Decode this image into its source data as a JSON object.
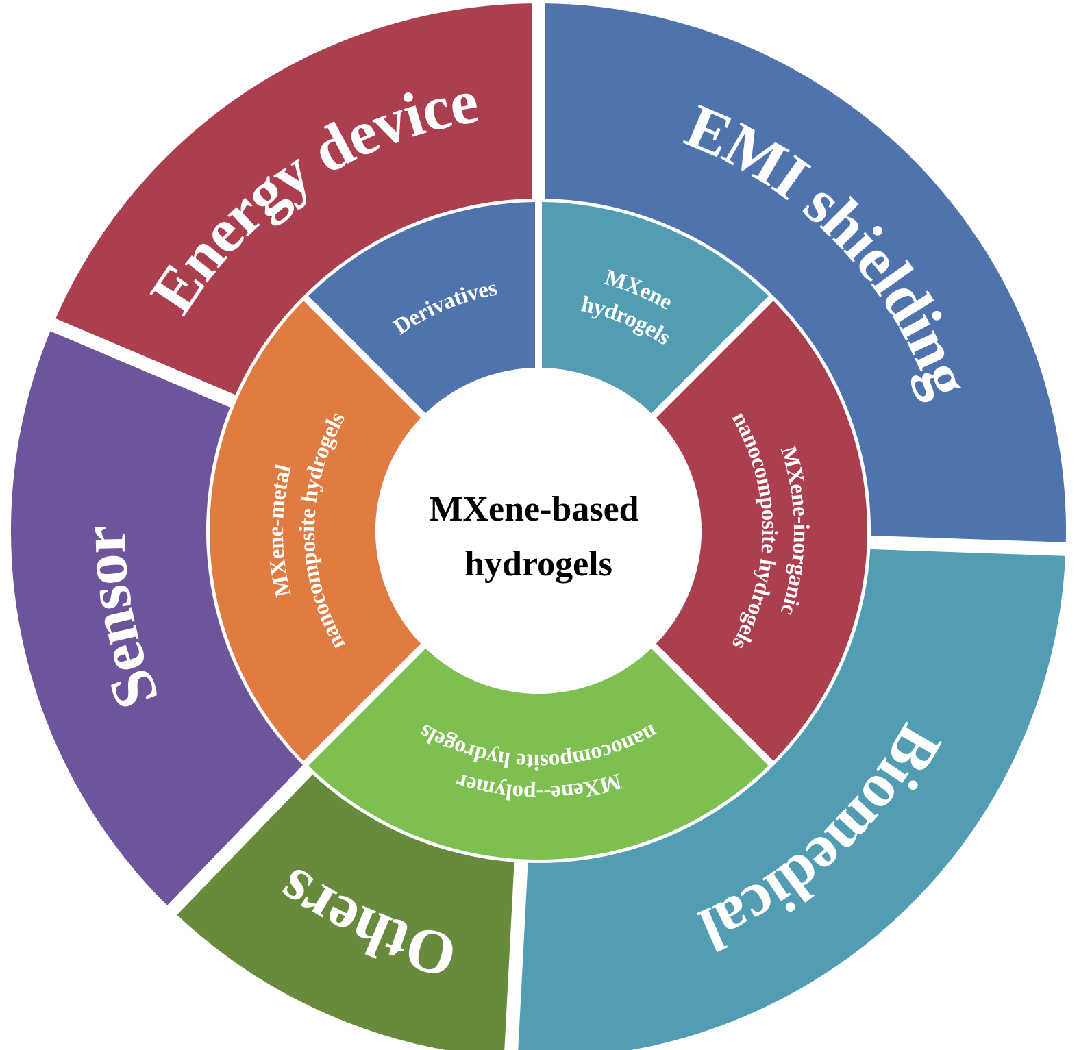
{
  "title": "MXene-based hydrogels",
  "center": {
    "lines": [
      "MXene-based",
      "hydrogels"
    ]
  },
  "outer_ring": [
    {
      "id": "energy",
      "label": "Energy device",
      "color": "#AB3F50"
    },
    {
      "id": "emi",
      "label": "EMI shielding",
      "color": "#4F73AD"
    },
    {
      "id": "biomedical",
      "label": "Biomedical",
      "color": "#529DB3"
    },
    {
      "id": "others",
      "label": "Others",
      "color": "#678A3C"
    },
    {
      "id": "sensor",
      "label": "Sensor",
      "color": "#6E559B"
    }
  ],
  "inner_ring": [
    {
      "id": "derivatives",
      "lines": [
        "Derivatives"
      ],
      "color": "#4F73AD"
    },
    {
      "id": "mxene-hydrogels",
      "lines": [
        "MXene",
        "hydrogels"
      ],
      "color": "#529DB3"
    },
    {
      "id": "inorganic",
      "lines": [
        "MXene-inorganic",
        "nanocomposite hydrogels"
      ],
      "color": "#AB3F50"
    },
    {
      "id": "polymer",
      "lines": [
        "MXene--polymer",
        "nanocomposite hydrogels"
      ],
      "color": "#7DBF51"
    },
    {
      "id": "metal",
      "lines": [
        "MXene-metal",
        "nanocomposite hydrogels"
      ],
      "color": "#E07B41"
    }
  ]
}
